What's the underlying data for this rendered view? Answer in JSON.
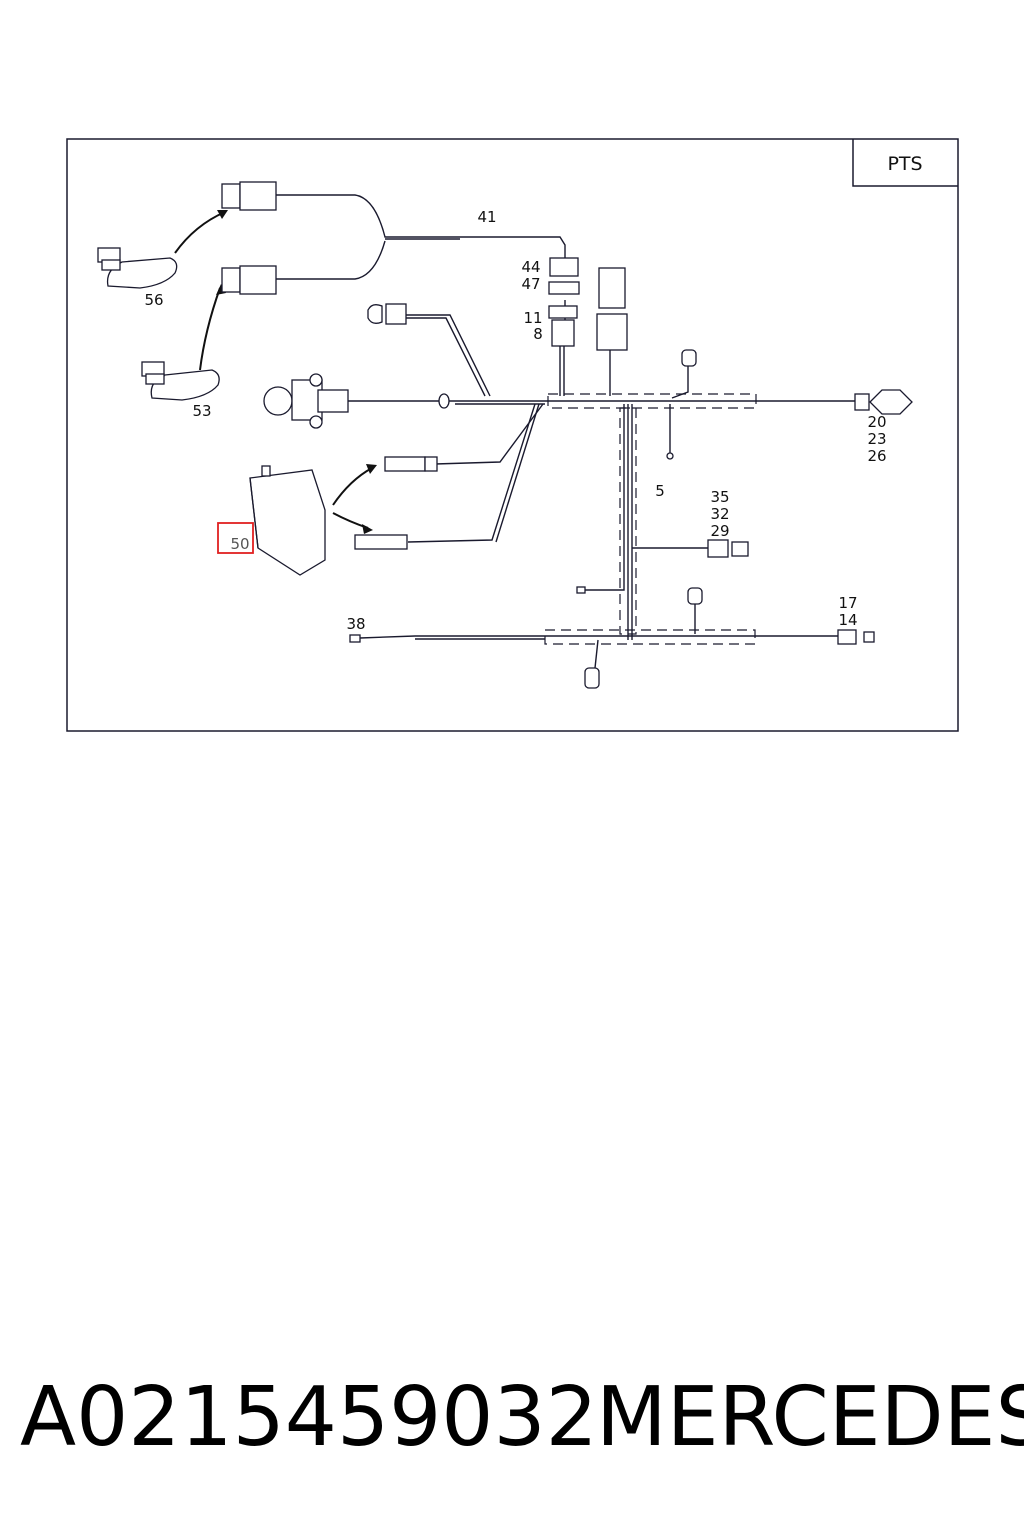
{
  "diagram": {
    "tag": "PTS",
    "callouts": {
      "c41": "41",
      "c56": "56",
      "c53": "53",
      "c44": "44",
      "c47": "47",
      "c11": "11",
      "c8": "8",
      "c20": "20",
      "c23": "23",
      "c26": "26",
      "c5": "5",
      "c35": "35",
      "c32": "32",
      "c29": "29",
      "c50": "50",
      "c38": "38",
      "c17": "17",
      "c14": "14"
    },
    "highlighted_callout": "50",
    "highlight_color": "#e02020",
    "line_color": "#1a1a2e"
  },
  "footer": {
    "part_number": "A0215459032",
    "brand": "MERCEDES"
  }
}
